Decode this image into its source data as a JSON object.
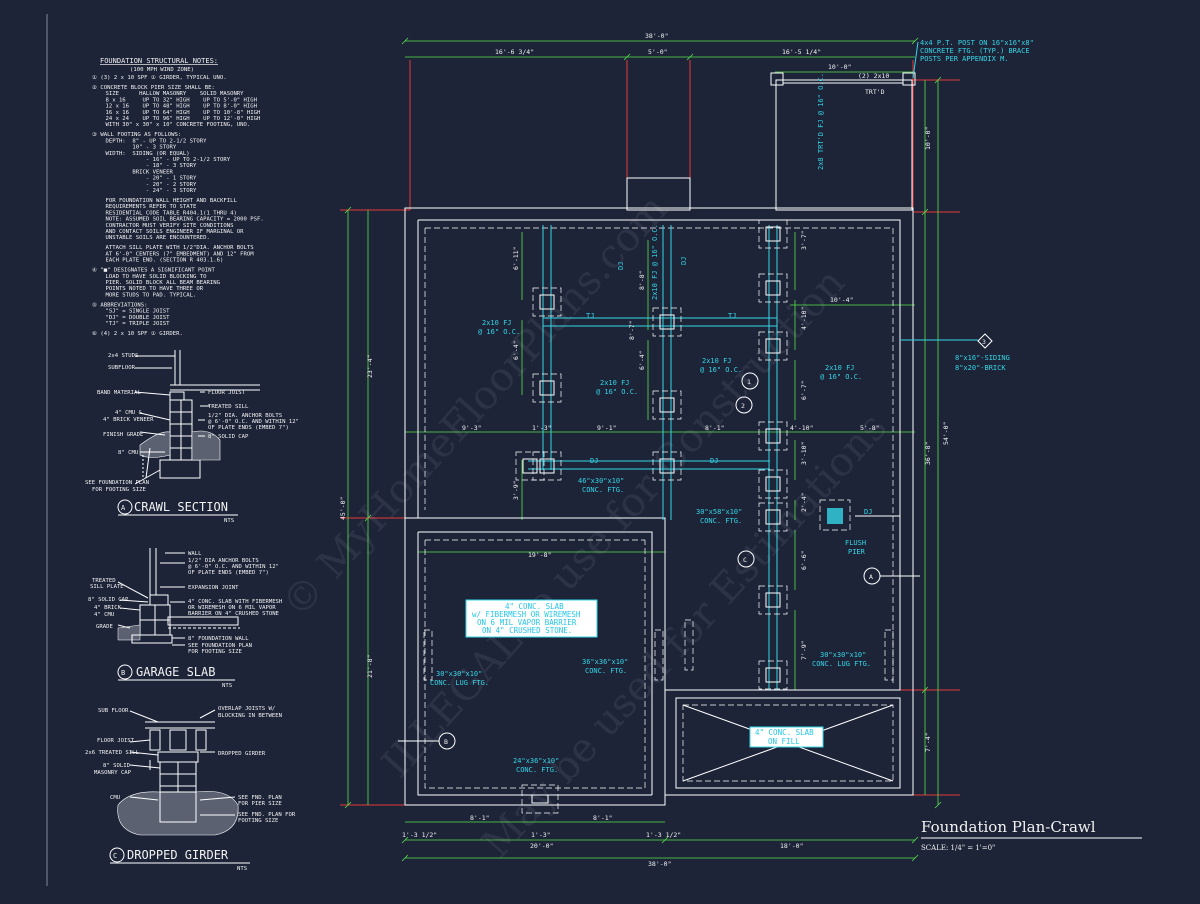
{
  "notes": {
    "heading": "FOUNDATION STRUCTURAL NOTES:",
    "subheading": "(100 MPH WIND ZONE)",
    "lines": [
      "① (3) 2 x 10 SPF ① GIRDER, TYPICAL UNO.",
      "② CONCRETE BLOCK PIER SIZE SHALL BE:",
      "    SIZE      HALLOW MASONRY    SOLID MASONRY",
      "    8 x 16     UP TO 32\" HIGH    UP TO 5'-0\" HIGH",
      "    12 x 16    UP TO 48\" HIGH    UP TO 8'-0\" HIGH",
      "    16 x 16    UP TO 64\" HIGH    UP TO 10'-8\" HIGH",
      "    24 x 24    UP TO 96\" HIGH    UP TO 12'-0\" HIGH",
      "    WITH 30\" x 30\" x 10\" CONCRETE FOOTING, UNO.",
      "③ WALL FOOTING AS FOLLOWS:",
      "    DEPTH:  8\" - UP TO 2-1/2 STORY",
      "            10\" - 3 STORY",
      "    WIDTH:  SIDING (OR EQUAL)",
      "                - 16\" - UP TO 2-1/2 STORY",
      "                - 18\" - 3 STORY",
      "            BRICK VENEER",
      "                - 20\" - 1 STORY",
      "                - 20\" - 2 STORY",
      "                - 24\" - 3 STORY",
      "    FOR FOUNDATION WALL HEIGHT AND BACKFILL",
      "    REQUIREMENTS REFER TO STATE",
      "    RESIDENTIAL CODE TABLE R404.1(1 THRU 4)",
      "    NOTE: ASSUMED SOIL BEARING CAPACITY = 2000 PSF.",
      "    CONTRACTOR MUST VERIFY SITE CONDITIONS",
      "    AND CONTACT SOILS ENGINEER IF MARGINAL OR",
      "    UNSTABLE SOILS ARE ENCOUNTERED.",
      "    ATTACH SILL PLATE WITH 1/2\"DIA. ANCHOR BOLTS",
      "    AT 6'-0\" CENTERS (7\" EMBEDMENT) AND 12\" FROM",
      "    EACH PLATE END. (SECTION R 403.1.6)",
      "④ \"■\" DESIGNATES A SIGNIFICANT POINT",
      "    LOAD TO HAVE SOLID BLOCKING TO",
      "    PIER. SOLID BLOCK ALL BEAM BEARING",
      "    POINTS NOTED TO HAVE THREE OR",
      "    MORE STUDS TO PAD. TYPICAL.",
      "⑤ ABBREVIATIONS:",
      "    \"SJ\" = SINGLE JOIST",
      "    \"DJ\" = DOUBLE JOIST",
      "    \"TJ\" = TRIPLE JOIST",
      "⑥ (4) 2 x 10 SPF ① GIRDER."
    ]
  },
  "details": [
    {
      "id": "A",
      "title": "CRAWL SECTION",
      "scale": "NTS",
      "labels": [
        "2x4 STUDS",
        "SUBFLOOR",
        "BAND MATERIAL",
        "FLOOR JOIST",
        "TREATED SILL",
        "4\" CMU &",
        "4\" BRICK VENEER",
        "1/2\" DIA. ANCHOR BOLTS",
        "@ 6'-0\" O.C. AND WITHIN 12\"",
        "OF PLATE ENDS (EMBED 7\")",
        "FINISH GRADE",
        "8\" SOLID CAP",
        "8\" CMU",
        "SEE FOUNDATION PLAN",
        "FOR FOOTING SIZE"
      ]
    },
    {
      "id": "B",
      "title": "GARAGE SLAB",
      "scale": "NTS",
      "labels": [
        "WALL",
        "1/2\" DIA ANCHOR BOLTS",
        "@ 6'-0\" O.C. AND WITHIN 12\"",
        "OF PLATE ENDS (EMBED 7\")",
        "TREATED",
        "SILL PLATE",
        "EXPANSION JOINT",
        "8\" SOLID CAP",
        "4\" CONC. SLAB WITH FIBERMESH",
        "OR WIREMESH ON 6 MIL VAPOR",
        "BARRIER ON 4\" CRUSHED STONE",
        "4\" BRICK",
        "4\" CMU",
        "GRADE",
        "8\" FOUNDATION WALL",
        "SEE FOUNDATION PLAN",
        "FOR FOOTING SIZE"
      ]
    },
    {
      "id": "C",
      "title": "DROPPED GIRDER",
      "scale": "NTS",
      "labels": [
        "SUB FLOOR",
        "OVERLAP JOISTS W/",
        "BLOCKING IN BETWEEN",
        "FLOOR JOIST",
        "2x6 TREATED SILL",
        "DROPPED GIRDER",
        "8\" SOLID",
        "MASONRY CAP",
        "CMU",
        "SEE FND. PLAN",
        "FOR PIER SIZE",
        "SEE FND. PLAN FOR",
        "FOOTING SIZE"
      ]
    }
  ],
  "plan": {
    "title": "Foundation Plan-Crawl",
    "scale": "SCALE: 1/4\" = 1'=0\"",
    "dims_top": [
      "38'-0\"",
      "16'-6 3/4\"",
      "5'-0\"",
      "16'-5 1/4\"",
      "10'-0\"",
      "(2) 2x10",
      "TRT'D"
    ],
    "dims_right": [
      "10'-0\"",
      "54'-0\"",
      "36'-8\"",
      "7'-4\""
    ],
    "dims_left": [
      "23'-4\"",
      "45'-0\"",
      "21'-8\""
    ],
    "dims_bottom": [
      "1'-3 1/2\"",
      "8'-1\"",
      "1'-3\"",
      "8'-1\"",
      "1'-3 1/2\"",
      "20'-0\"",
      "18'-0\"",
      "38'-0\""
    ],
    "dims_interior": [
      "9'-3\"",
      "1'-3\"",
      "9'-1\"",
      "8'-1\"",
      "4'-10\"",
      "5'-8\"",
      "10'-4\"",
      "19'-8\"",
      "6'-11\"",
      "6'-4\"",
      "6'-4\"",
      "3'-9\"",
      "8'-8\"",
      "3'-7\"",
      "4'-10\"",
      "6'-7\"",
      "3'-10\"",
      "2'-4\"",
      "6'-6\"",
      "7'-9\"",
      "8'-7\""
    ],
    "labels": {
      "post_note": "4x4 P.T. POST ON 16\"x16\"x8\" CONCRETE FTG. (TYP.) BRACE POSTS PER APPENDIX M.",
      "porch_joist": "2x8 TRT'D FJ @ 16\" O.C.",
      "fj_left": [
        "2x10 FJ",
        "@ 16\" O.C."
      ],
      "fj_mid": [
        "2x10 FJ",
        "@ 16\" O.C."
      ],
      "fj_right": [
        "2x10 FJ",
        "@ 16\" O.C."
      ],
      "fj_vert": "2x10 FJ @ 16\" O.C.",
      "tj": "TJ",
      "dj": "DJ",
      "ftg_46": [
        "46\"x30\"x10\"",
        "CONC. FTG."
      ],
      "ftg_30x58": [
        "30\"x58\"x10\"",
        "CONC. FTG."
      ],
      "ftg_lug_right": [
        "30\"x30\"x10\"",
        "CONC. LUG FTG."
      ],
      "ftg_lug_left": [
        "30\"x30\"x10\"",
        "CONC. LUG FTG."
      ],
      "ftg_36": [
        "36\"x36\"x10\"",
        "CONC. FTG."
      ],
      "ftg_24": [
        "24\"x36\"x10\"",
        "CONC. FTG."
      ],
      "flush_pier": [
        "FLUSH",
        "PIER"
      ],
      "siding": [
        "8\"x16\"-SIDING",
        "8\"x20\"-BRICK"
      ],
      "slab_note": [
        "4\" CONC. SLAB",
        "w/ FIBERMESH OR WIREMESH",
        "ON 6 MIL VAPOR BARRIER",
        "ON 4\" CRUSHED STONE."
      ],
      "slab_fill": [
        "4\" CONC. SLAB",
        "ON FILL"
      ]
    },
    "markers": [
      "1",
      "2",
      "3",
      "A",
      "B",
      "C"
    ]
  },
  "watermark": [
    "© MyHomeFloorPlans.com",
    "ILLEGAL to use for Construction",
    "May be used for Estimations"
  ],
  "colors": {
    "background": "#1e2438",
    "linework": "#ffffff",
    "annotation": "#33d6e6",
    "dimension": "#55e24a",
    "gridline": "#e23a3a"
  }
}
